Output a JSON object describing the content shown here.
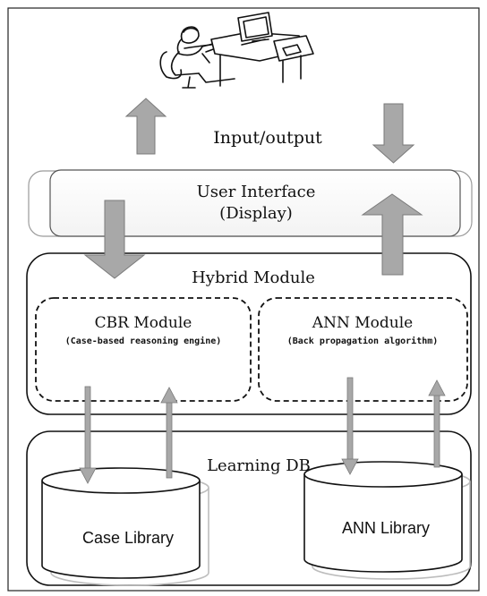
{
  "labels": {
    "input_output": "Input/output",
    "user_interface": "User Interface",
    "display": "(Display)",
    "hybrid_module": "Hybrid Module",
    "cbr_module": "CBR Module",
    "cbr_desc": "(Case-based reasoning engine)",
    "ann_module": "ANN Module",
    "ann_desc": "(Back propagation algorithm)",
    "learning_db": "Learning DB",
    "case_library": "Case Library",
    "ann_library": "ANN Library"
  },
  "icons": {
    "user": "user-at-computer-icon",
    "arrow_up": "arrow-up-icon",
    "arrow_down": "arrow-down-icon",
    "database": "database-cylinder-icon"
  },
  "colors": {
    "arrow_fill": "#a8a8a8",
    "arrow_stroke": "#7a7a7a",
    "outline": "#111111",
    "cylinder_shadow": "#bdbdbd"
  }
}
